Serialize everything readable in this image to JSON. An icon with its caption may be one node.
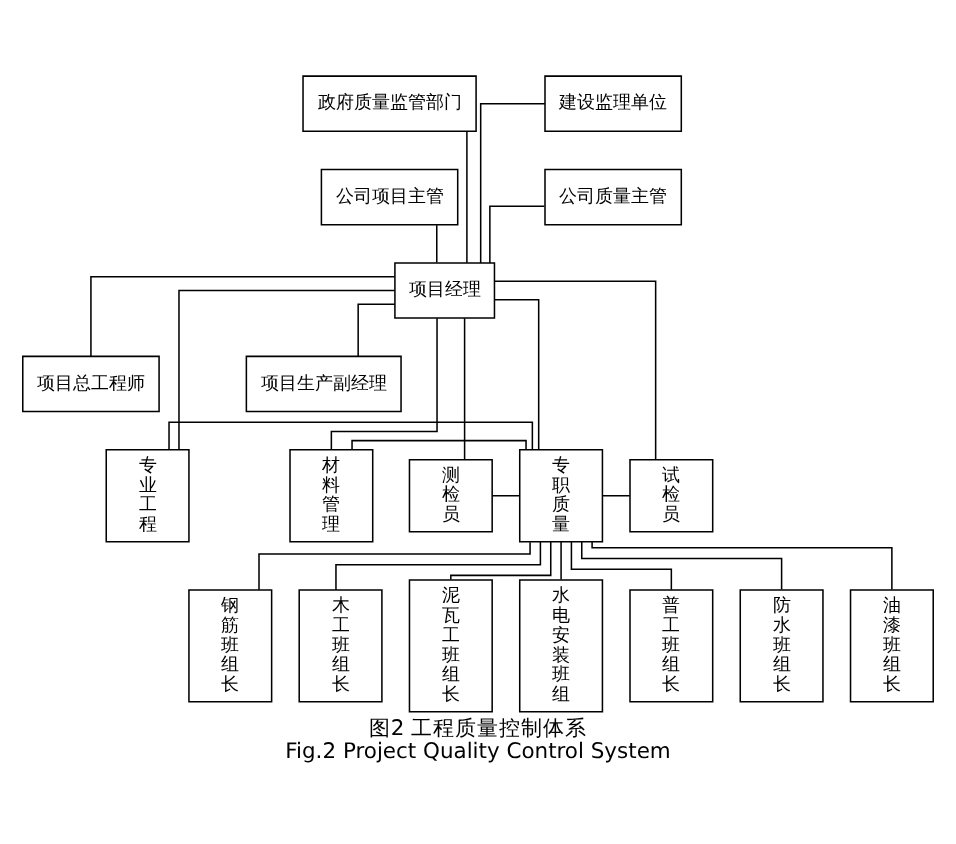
{
  "diagram": {
    "title": "图2 工程质量控制体系",
    "caption": "Fig.2 Project Quality Control System",
    "nodes": [
      {
        "text": [
          "政府质量监管部门"
        ]
      },
      {
        "text": [
          "建设监理单位"
        ]
      },
      {
        "text": [
          "公司项目主管"
        ]
      },
      {
        "text": [
          "公司质量主管"
        ]
      },
      {
        "text": [
          "项目经理"
        ]
      },
      {
        "text": [
          "项目总工程师"
        ]
      },
      {
        "text": [
          "项目生产副经理"
        ]
      },
      {
        "text": [
          "专业工程"
        ]
      },
      {
        "text": [
          "测检员"
        ]
      },
      {
        "text": [
          "专职质量"
        ]
      },
      {
        "text": [
          "试检员"
        ]
      },
      {
        "text": [
          "材料管理"
        ]
      },
      {
        "text": [
          "钢筋班组长"
        ]
      },
      {
        "text": [
          "木工班组长"
        ]
      },
      {
        "text": [
          "泥瓦工班组长"
        ]
      },
      {
        "text": [
          "水电安装班组"
        ]
      },
      {
        "text": [
          "普工班组长"
        ]
      },
      {
        "text": [
          "防水班组长"
        ]
      },
      {
        "text": [
          "油漆班组长"
        ]
      }
    ],
    "edges": [
      {
        "from": 0,
        "to": 4,
        "arrow": "none"
      },
      {
        "from": 1,
        "to": 4,
        "arrow": "none"
      },
      {
        "from": 2,
        "to": 4,
        "arrow": "none"
      },
      {
        "from": 3,
        "to": 4,
        "arrow": "none"
      },
      {
        "from": 4,
        "to": 5,
        "arrow": "none"
      },
      {
        "from": 4,
        "to": 6,
        "arrow": "none"
      },
      {
        "from": 4,
        "to": 7,
        "arrow": "none"
      },
      {
        "from": 4,
        "to": 8,
        "arrow": "none"
      },
      {
        "from": 4,
        "to": 9,
        "arrow": "none"
      },
      {
        "from": 4,
        "to": 10,
        "arrow": "none"
      },
      {
        "from": 4,
        "to": 11,
        "arrow": "none"
      },
      {
        "from": 7,
        "to": 9,
        "arrow": "none"
      },
      {
        "from": 8,
        "to": 9,
        "arrow": "none"
      },
      {
        "from": 10,
        "to": 9,
        "arrow": "none"
      },
      {
        "from": 11,
        "to": 9,
        "arrow": "none"
      },
      {
        "from": 9,
        "to": 12,
        "arrow": "none"
      },
      {
        "from": 9,
        "to": 13,
        "arrow": "none"
      },
      {
        "from": 9,
        "to": 14,
        "arrow": "none"
      },
      {
        "from": 9,
        "to": 15,
        "arrow": "none"
      },
      {
        "from": 9,
        "to": 16,
        "arrow": "none"
      },
      {
        "from": 9,
        "to": 17,
        "arrow": "none"
      },
      {
        "from": 9,
        "to": 18,
        "arrow": "none"
      }
    ]
  }
}
